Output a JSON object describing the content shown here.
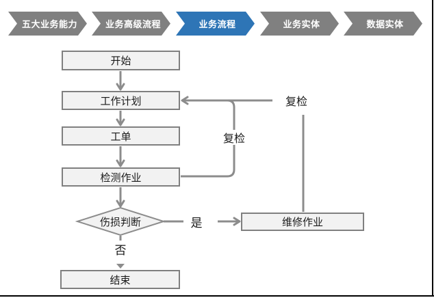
{
  "breadcrumb": {
    "items": [
      {
        "label": "五大业务能力",
        "active": false
      },
      {
        "label": "业务高级流程",
        "active": false
      },
      {
        "label": "业务流程",
        "active": true
      },
      {
        "label": "业务实体",
        "active": false
      },
      {
        "label": "数据实体",
        "active": false
      }
    ],
    "colors": {
      "inactive_bg": "#808080",
      "active_bg": "#2E75B6",
      "text": "#ffffff"
    }
  },
  "flowchart": {
    "nodes": {
      "start": "开始",
      "work_plan": "工作计划",
      "work_order": "工单",
      "inspection": "检测作业",
      "damage_decision": "伤损判断",
      "repair": "维修作业",
      "end": "结束"
    },
    "edge_labels": {
      "yes": "是",
      "no": "否",
      "recheck_from_inspection": "复检",
      "recheck_from_repair": "复检"
    },
    "colors": {
      "node_fill": "#f2f2f2",
      "node_border": "#7f7f7f",
      "connector": "#8c8c8c",
      "text": "#1a1a1a"
    }
  }
}
